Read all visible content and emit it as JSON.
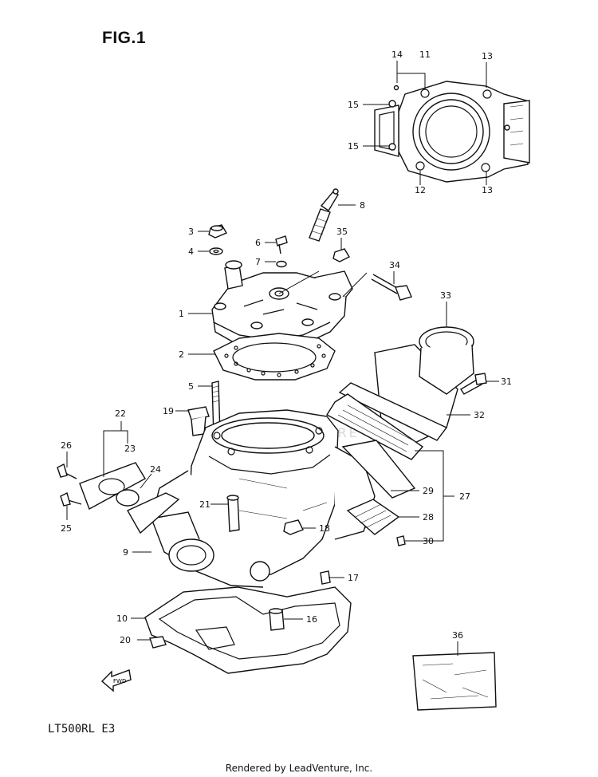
{
  "title": "FIG.1",
  "model_code": "LT500RL  E3",
  "footer": "Rendered by LeadVenture, Inc.",
  "watermark": "LEADVENTURE",
  "fwd_label": "FWD",
  "callouts": {
    "c1": "1",
    "c2": "2",
    "c3": "3",
    "c4": "4",
    "c5": "5",
    "c6": "6",
    "c7": "7",
    "c8": "8",
    "c9": "9",
    "c10": "10",
    "c11": "11",
    "c12": "12",
    "c13a": "13",
    "c13b": "13",
    "c14": "14",
    "c15a": "15",
    "c15b": "15",
    "c16": "16",
    "c17": "17",
    "c18": "18",
    "c19": "19",
    "c20": "20",
    "c21": "21",
    "c22": "22",
    "c23": "23",
    "c24": "24",
    "c25": "25",
    "c26": "26",
    "c27": "27",
    "c28": "28",
    "c29": "29",
    "c30": "30",
    "c31": "31",
    "c32": "32",
    "c33": "33",
    "c34": "34",
    "c35": "35",
    "c36": "36"
  }
}
